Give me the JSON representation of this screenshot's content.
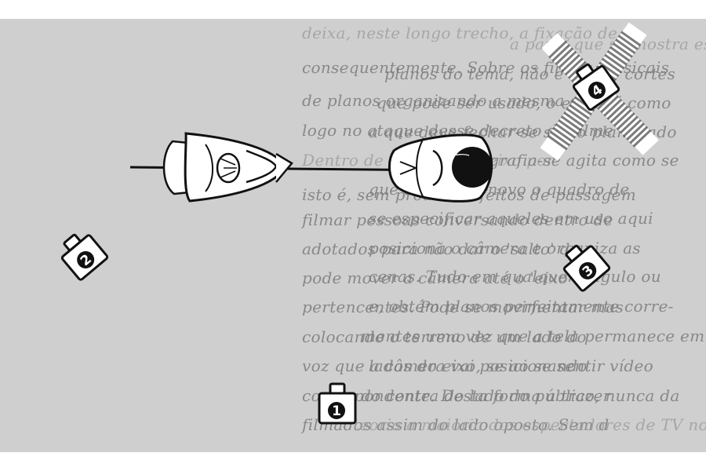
{
  "figure": {
    "cameras": [
      {
        "id": "camera-1",
        "number": "1",
        "status": "valid"
      },
      {
        "id": "camera-2",
        "number": "2",
        "status": "valid"
      },
      {
        "id": "camera-3",
        "number": "3",
        "status": "valid"
      },
      {
        "id": "camera-4",
        "number": "4",
        "status": "crossed-out"
      }
    ],
    "subjects": [
      "person-left",
      "person-right"
    ],
    "axis": "line-of-action",
    "colors": {
      "paper": "#cfcfcf",
      "ink": "#111111",
      "bleed_text": "#7c7c7c"
    }
  },
  "bleed_text": [
    "deixa, neste longo trecho, a fixação de",
    "consequentemente. Sobre os filmes musicais",
    "de planos organizando a mesma cena",
    "logo no ataque desse decreto do filme",
    "Dentro de uma cena o eixo por",
    "isto é, sem produzir efeitos de passagem",
    "filmar pessoas conversando dentro de",
    "adotados para não dar o 'salto' de",
    "pode mover a câmera até o 'eixo' do",
    "pertencentes. Pode se movimentar mas",
    "colocando o terreno de um lado do",
    "voz que a câmera vai posicionando",
    "correspondente. Desta forma a trazer",
    "filmados assim do lado oposto. Sem d",
    "a parte que se mostra essa condução",
    "planos do tema, não é um de cortes",
    "que pode ser usado, o efeito é como",
    "a que deve fechar-se se no plano lado",
    "pelo. Fotografia-se agita como se",
    "que depois de novo o quadro de",
    "se especificar aqueles em uso aqui",
    "posiciona o câmera e organiza as",
    "cenas. Tudo em qualquer ângulo ou",
    "e, obtém planos perfeitamente corre-",
    "mentes uma vez que a tela permanece em",
    "lados do eixo, se ao se sentir vídeo",
    "do contra do lado do público, nunca da",
    "teoria a maioria dos espectadores de TV no"
  ]
}
